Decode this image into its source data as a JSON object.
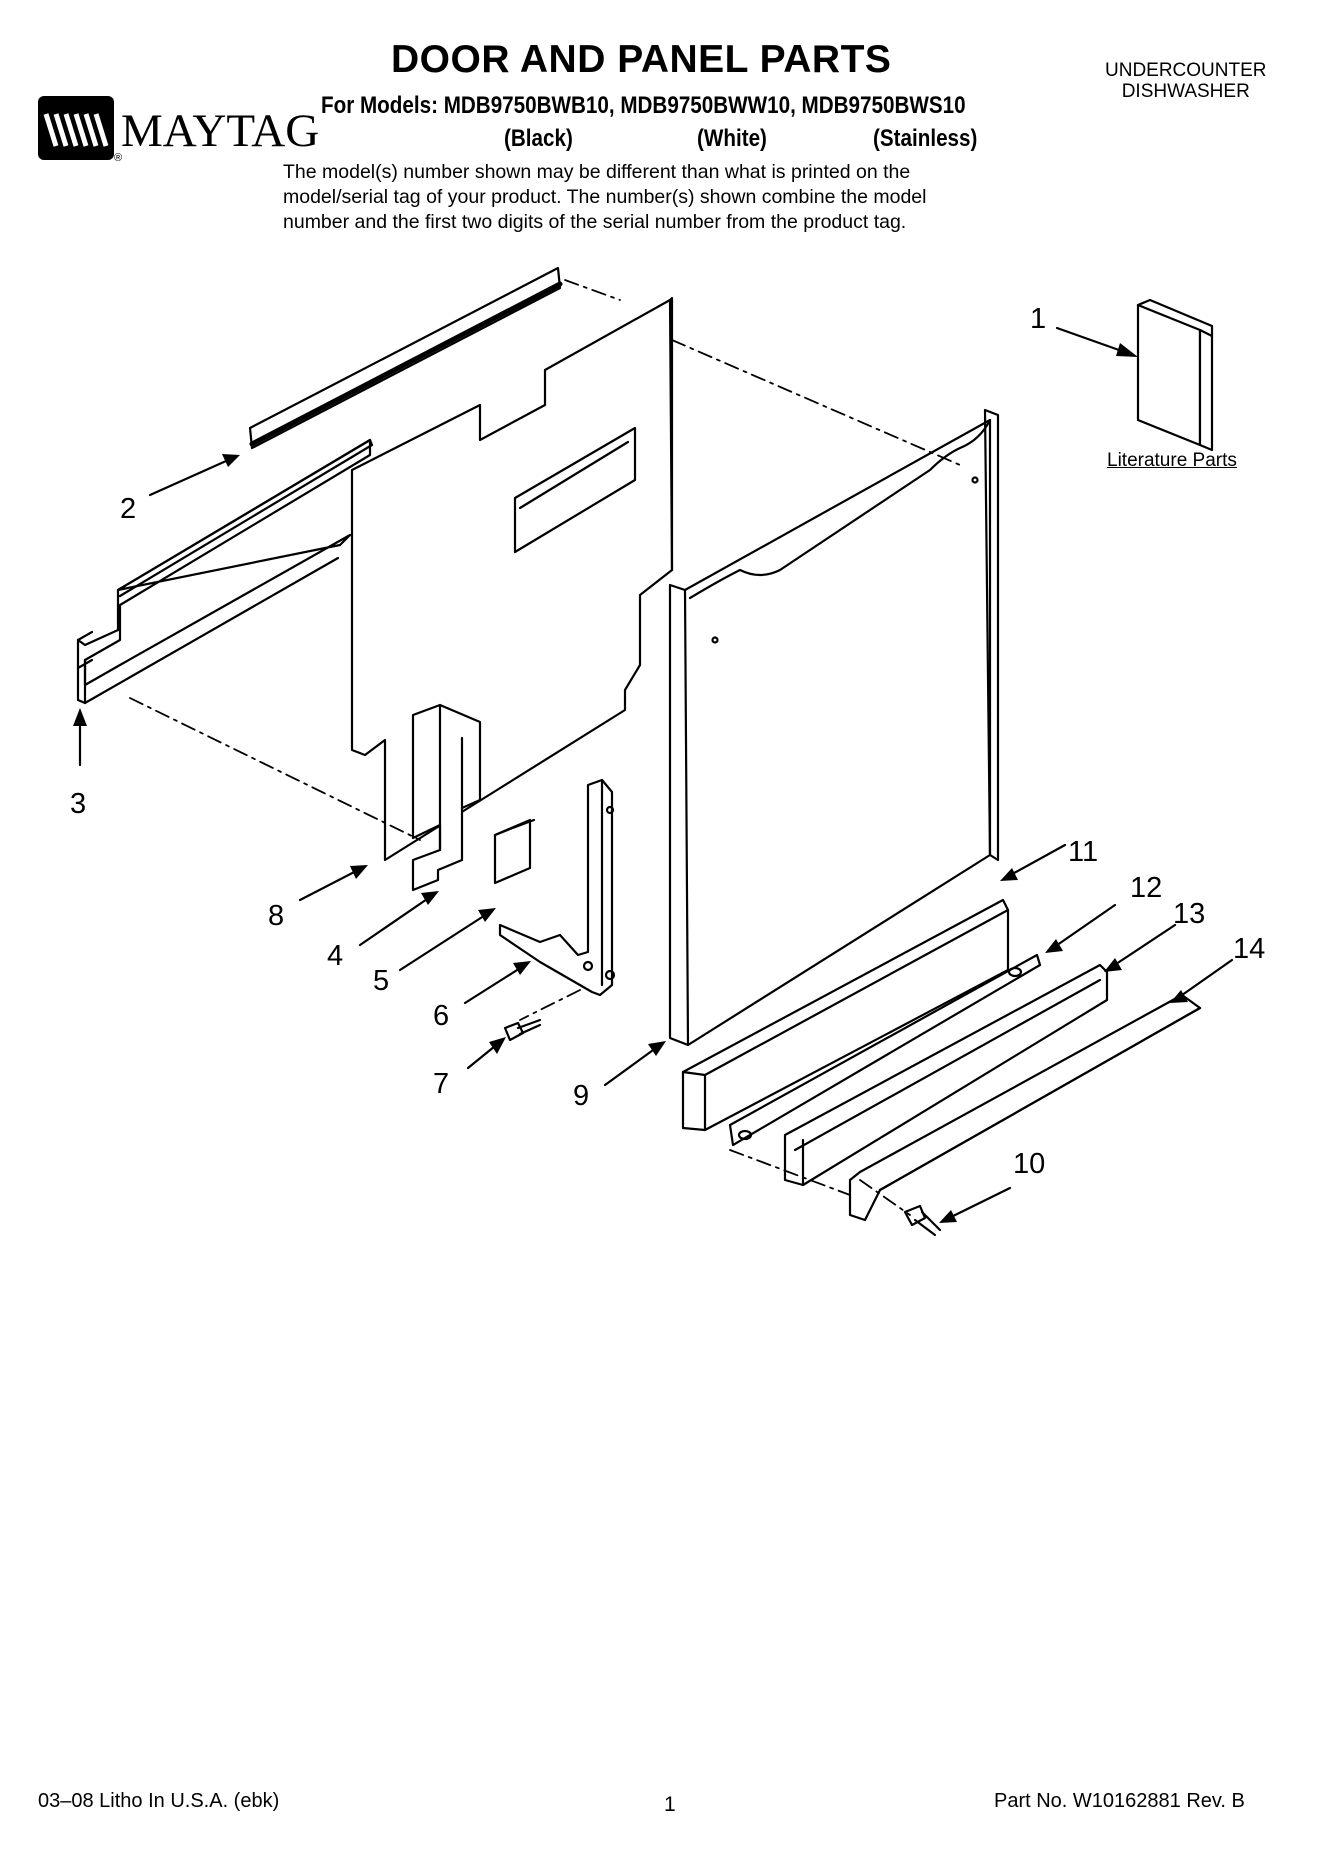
{
  "header": {
    "title": "DOOR AND PANEL PARTS",
    "models_line": "For Models: MDB9750BWB10, MDB9750BWW10, MDB9750BWS10",
    "finishes": [
      "(Black)",
      "(White)",
      "(Stainless)"
    ],
    "product_type": [
      "UNDERCOUNTER",
      "DISHWASHER"
    ],
    "notice_lines": [
      "The model(s) number shown may be different than what is printed on the",
      "model/serial tag of your product. The number(s) shown combine the model",
      "number and the first two digits of the serial number from the product tag."
    ]
  },
  "logo": {
    "wordmark": "MAYTAG",
    "registered": "®"
  },
  "diagram": {
    "literature_label": "Literature Parts",
    "callouts": [
      "1",
      "2",
      "3",
      "4",
      "5",
      "6",
      "7",
      "8",
      "9",
      "10",
      "11",
      "12",
      "13",
      "14"
    ]
  },
  "footer": {
    "left": "03–08 Litho In U.S.A. (ebk)",
    "page": "1",
    "right": "Part No. W10162881 Rev. B"
  }
}
